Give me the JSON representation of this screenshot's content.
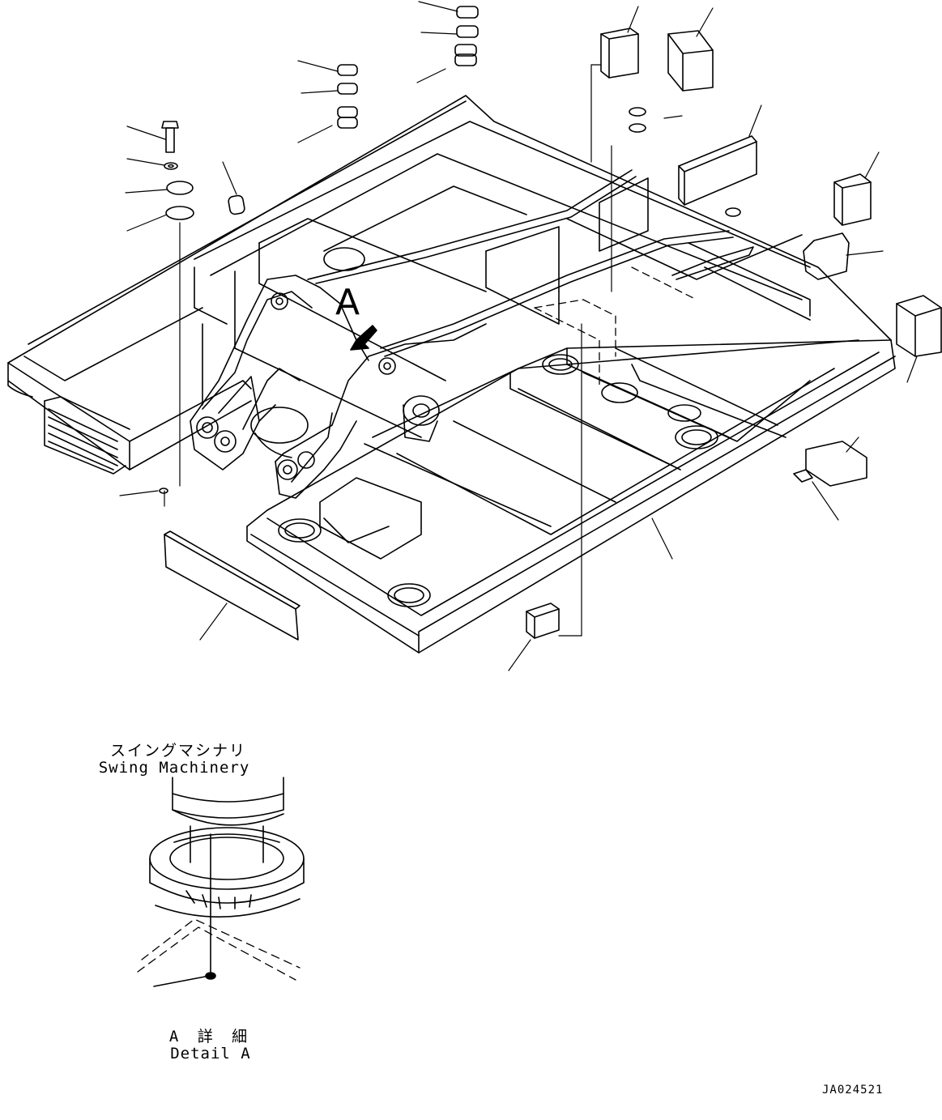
{
  "labels": {
    "view_arrow": "A",
    "swing_machinery_jp": "スイングマシナリ",
    "swing_machinery_en": "Swing Machinery",
    "detail_a_jp": "A 詳 細",
    "detail_a_en": "Detail A",
    "drawing_number": "JA024521"
  },
  "colors": {
    "line": "#000000",
    "background": "#ffffff"
  }
}
